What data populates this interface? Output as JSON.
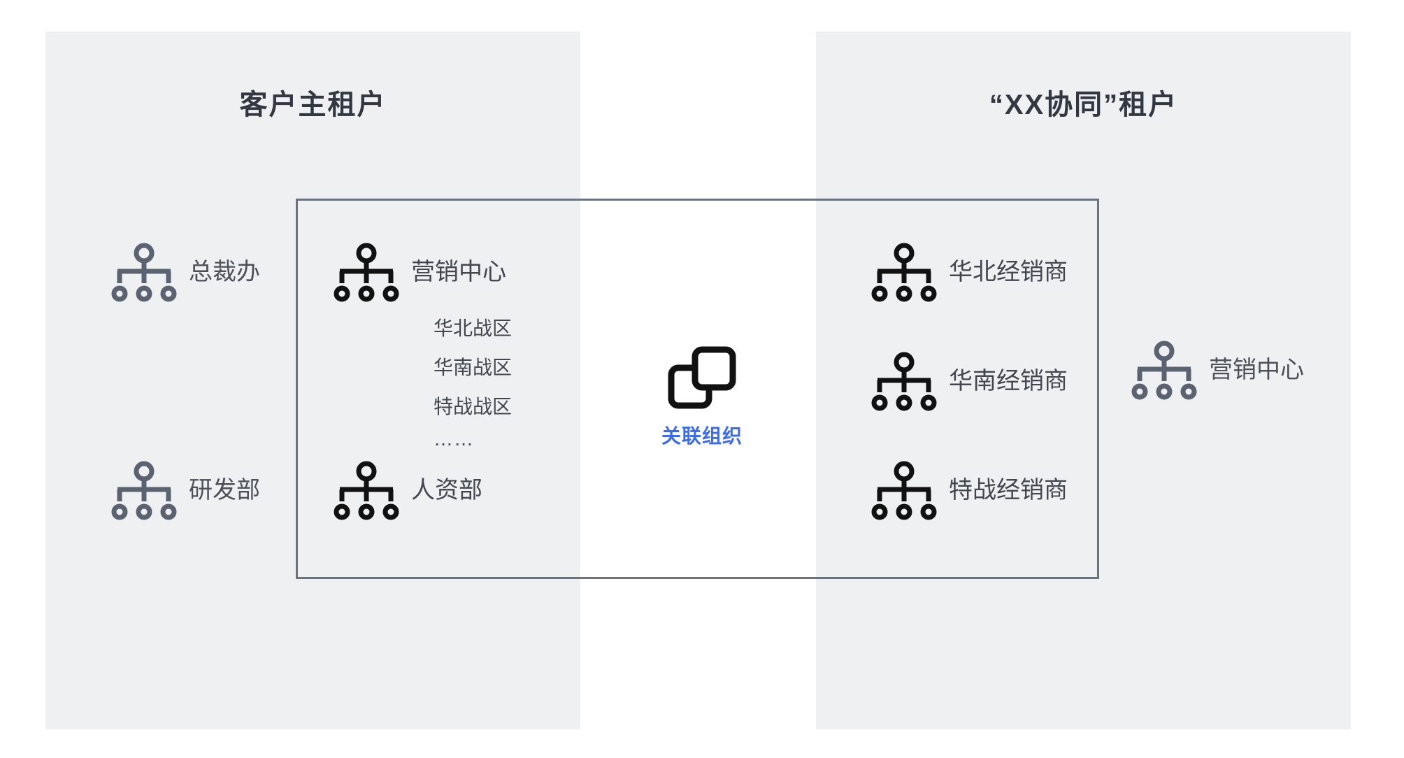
{
  "panels": {
    "left": {
      "title": "客户主租户"
    },
    "right": {
      "title": "“XX协同”租户"
    }
  },
  "colors": {
    "panel_background": "#eff0f1",
    "page_background": "#ffffff",
    "title_text": "#323741",
    "body_text": "#41464f",
    "muted_icon": "#5b6270",
    "strong_icon": "#111111",
    "link_accent": "#3b6cf0",
    "box_border": "#6b7280"
  },
  "left_outside": [
    {
      "label": "总裁办",
      "icon": "org-chart-icon",
      "tone": "gray"
    },
    {
      "label": "研发部",
      "icon": "org-chart-icon",
      "tone": "gray"
    }
  ],
  "left_inside": [
    {
      "label": "营销中心",
      "icon": "org-chart-icon",
      "tone": "dark"
    },
    {
      "label": "人资部",
      "icon": "org-chart-icon",
      "tone": "dark"
    }
  ],
  "left_sub_items": [
    {
      "label": "华北战区"
    },
    {
      "label": "华南战区"
    },
    {
      "label": "特战战区"
    },
    {
      "label": "……"
    }
  ],
  "right_inside": [
    {
      "label": "华北经销商",
      "icon": "org-chart-icon",
      "tone": "dark"
    },
    {
      "label": "华南经销商",
      "icon": "org-chart-icon",
      "tone": "dark"
    },
    {
      "label": "特战经销商",
      "icon": "org-chart-icon",
      "tone": "dark"
    }
  ],
  "right_outside": [
    {
      "label": "营销中心",
      "icon": "org-chart-icon",
      "tone": "gray"
    }
  ],
  "link_node": {
    "label": "关联组织",
    "icon": "overlapping-squares-icon"
  }
}
